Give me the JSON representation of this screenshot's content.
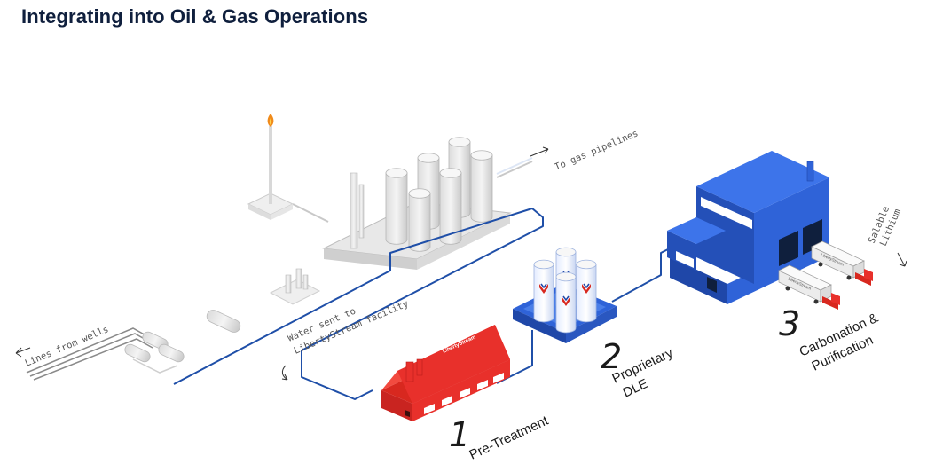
{
  "title": "Integrating into Oil & Gas Operations",
  "labels": {
    "lines_from_wells": "Lines from wells",
    "to_gas_pipelines": "To gas pipelines",
    "water_sent": "Water sent to",
    "water_sent_2": "LibertyStream facility",
    "salable": "Salable",
    "lithium": "Lithium"
  },
  "steps": [
    {
      "number": "1",
      "label_lines": [
        "Pre-Treatment"
      ]
    },
    {
      "number": "2",
      "label_lines": [
        "Proprietary",
        "DLE"
      ]
    },
    {
      "number": "3",
      "label_lines": [
        "Carbonation &",
        "Purification"
      ]
    }
  ],
  "branding": {
    "roof_text": "LibertyStream",
    "truck_text": "LibertyStream"
  },
  "colors": {
    "pipeline": "#1f4fa8",
    "pretreatment_building": "#e8302b",
    "dle_module": "#2f63d8",
    "purification_building": "#2f63d8",
    "flare": "#f08a1a"
  }
}
